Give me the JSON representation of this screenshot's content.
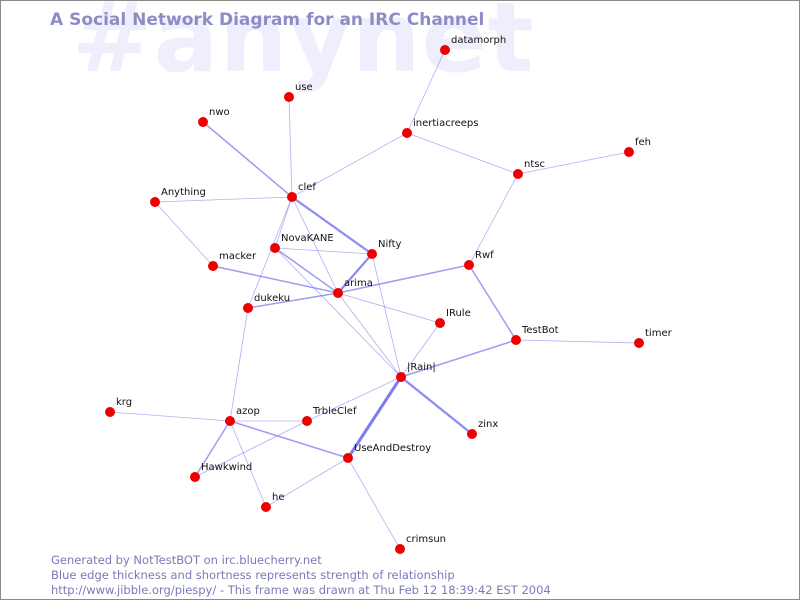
{
  "diagram": {
    "watermark": "#anynet",
    "title": "A Social Network Diagram for an IRC Channel",
    "footer": [
      "Generated by NotTestBOT on irc.bluecherry.net",
      "Blue edge thickness and shortness represents strength of relationship",
      "http://www.jibble.org/piespy/ - This frame was drawn at Thu Feb 12 18:39:42 EST 2004"
    ],
    "colors": {
      "node": "#ee0000",
      "edge": "#7777ee",
      "title": "#8d8dc6",
      "watermark": "#eeeefc",
      "footer": "#7a7ab8"
    },
    "nodes": [
      "datamorph",
      "use",
      "nwo",
      "inertiacreeps",
      "feh",
      "ntsc",
      "clef",
      "Anything",
      "NovaKANE",
      "Nifty",
      "macker",
      "Rwf",
      "arima",
      "dukeku",
      "IRule",
      "TestBot",
      "timer",
      "|Rain|",
      "krg",
      "azop",
      "TrbleClef",
      "zinx",
      "UseAndDestroy",
      "Hawkwind",
      "he",
      "crimsun"
    ],
    "edges": [
      {
        "source": "datamorph",
        "target": "inertiacreeps",
        "strength": 1
      },
      {
        "source": "inertiacreeps",
        "target": "ntsc",
        "strength": 1
      },
      {
        "source": "inertiacreeps",
        "target": "clef",
        "strength": 1
      },
      {
        "source": "ntsc",
        "target": "feh",
        "strength": 1
      },
      {
        "source": "ntsc",
        "target": "Rwf",
        "strength": 1
      },
      {
        "source": "use",
        "target": "clef",
        "strength": 1
      },
      {
        "source": "nwo",
        "target": "clef",
        "strength": 2
      },
      {
        "source": "Anything",
        "target": "clef",
        "strength": 1
      },
      {
        "source": "Anything",
        "target": "macker",
        "strength": 1
      },
      {
        "source": "clef",
        "target": "Nifty",
        "strength": 3
      },
      {
        "source": "clef",
        "target": "NovaKANE",
        "strength": 1
      },
      {
        "source": "clef",
        "target": "arima",
        "strength": 1
      },
      {
        "source": "clef",
        "target": "dukeku",
        "strength": 1
      },
      {
        "source": "NovaKANE",
        "target": "Nifty",
        "strength": 1
      },
      {
        "source": "NovaKANE",
        "target": "arima",
        "strength": 2
      },
      {
        "source": "NovaKANE",
        "target": "|Rain|",
        "strength": 1
      },
      {
        "source": "Nifty",
        "target": "arima",
        "strength": 3
      },
      {
        "source": "Nifty",
        "target": "|Rain|",
        "strength": 1
      },
      {
        "source": "macker",
        "target": "arima",
        "strength": 2
      },
      {
        "source": "arima",
        "target": "Rwf",
        "strength": 2
      },
      {
        "source": "arima",
        "target": "dukeku",
        "strength": 2
      },
      {
        "source": "arima",
        "target": "IRule",
        "strength": 1
      },
      {
        "source": "arima",
        "target": "|Rain|",
        "strength": 1
      },
      {
        "source": "Rwf",
        "target": "TestBot",
        "strength": 2
      },
      {
        "source": "TestBot",
        "target": "timer",
        "strength": 1
      },
      {
        "source": "TestBot",
        "target": "|Rain|",
        "strength": 2
      },
      {
        "source": "IRule",
        "target": "|Rain|",
        "strength": 1
      },
      {
        "source": "|Rain|",
        "target": "zinx",
        "strength": 3
      },
      {
        "source": "|Rain|",
        "target": "UseAndDestroy",
        "strength": 4
      },
      {
        "source": "|Rain|",
        "target": "TrbleClef",
        "strength": 1
      },
      {
        "source": "dukeku",
        "target": "azop",
        "strength": 1
      },
      {
        "source": "krg",
        "target": "azop",
        "strength": 1
      },
      {
        "source": "azop",
        "target": "TrbleClef",
        "strength": 1
      },
      {
        "source": "azop",
        "target": "UseAndDestroy",
        "strength": 2
      },
      {
        "source": "azop",
        "target": "Hawkwind",
        "strength": 2
      },
      {
        "source": "azop",
        "target": "he",
        "strength": 1
      },
      {
        "source": "Hawkwind",
        "target": "TrbleClef",
        "strength": 1
      },
      {
        "source": "UseAndDestroy",
        "target": "he",
        "strength": 1
      },
      {
        "source": "UseAndDestroy",
        "target": "crimsun",
        "strength": 1
      }
    ]
  }
}
